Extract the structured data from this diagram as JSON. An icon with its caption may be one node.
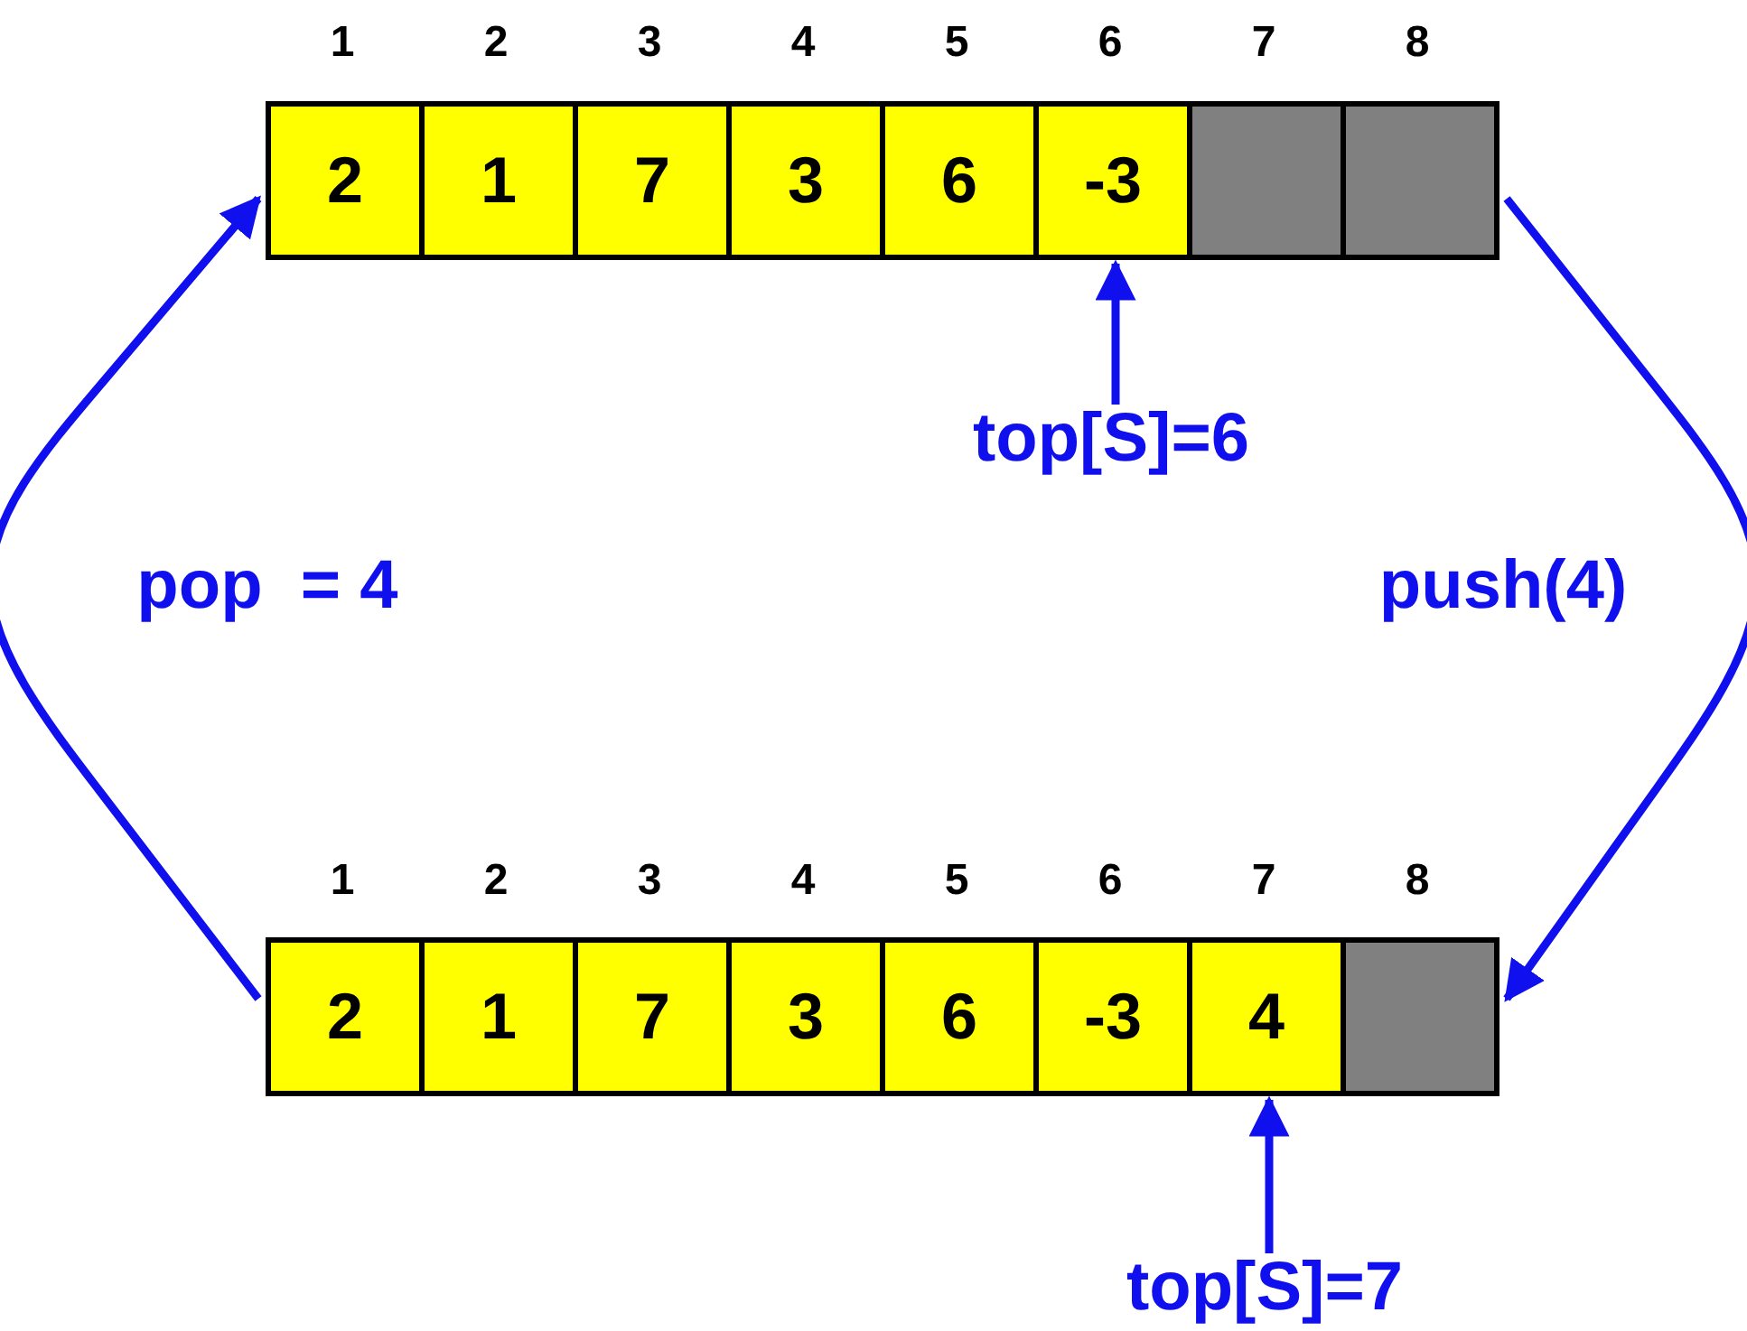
{
  "diagram": {
    "nodes": [
      {
        "text": [],
        "shape": "box"
      },
      {
        "text": [
          "2"
        ],
        "in": 0
      },
      {
        "text": [
          "1"
        ],
        "in": 0
      },
      {
        "text": [
          "7"
        ],
        "in": 0
      },
      {
        "text": [
          "3"
        ],
        "in": 0
      },
      {
        "text": [
          "6"
        ],
        "in": 0
      },
      {
        "text": [
          "-3"
        ],
        "in": 0
      },
      {
        "text": [],
        "shape": "box",
        "in": 0
      },
      {
        "text": [],
        "shape": "box",
        "in": 0
      },
      {
        "text": [
          "top[S]=6"
        ]
      },
      {
        "text": [],
        "shape": "box"
      },
      {
        "text": [
          "2"
        ],
        "in": 10
      },
      {
        "text": [
          "1"
        ],
        "in": 10
      },
      {
        "text": [
          "7"
        ],
        "in": 10
      },
      {
        "text": [
          "3"
        ],
        "in": 10
      },
      {
        "text": [
          "6"
        ],
        "in": 10
      },
      {
        "text": [
          "-3"
        ],
        "in": 10
      },
      {
        "text": [
          "4"
        ],
        "in": 10
      },
      {
        "text": [],
        "shape": "box",
        "in": 10
      },
      {
        "text": [
          "top[S]=7"
        ]
      }
    ],
    "edges": [
      {
        "from": 9,
        "to": 6,
        "arrow": "to"
      },
      {
        "from": 0,
        "to": 10,
        "arrow": "to",
        "label": "push(4)"
      },
      {
        "from": 10,
        "to": 0,
        "arrow": "to",
        "label": "pop  = 4"
      },
      {
        "from": 19,
        "to": 17,
        "arrow": "to"
      }
    ],
    "labels": [
      "1",
      "2",
      "3",
      "4",
      "5",
      "6",
      "7",
      "8",
      "1",
      "2",
      "3",
      "4",
      "5",
      "6",
      "7",
      "8"
    ]
  }
}
